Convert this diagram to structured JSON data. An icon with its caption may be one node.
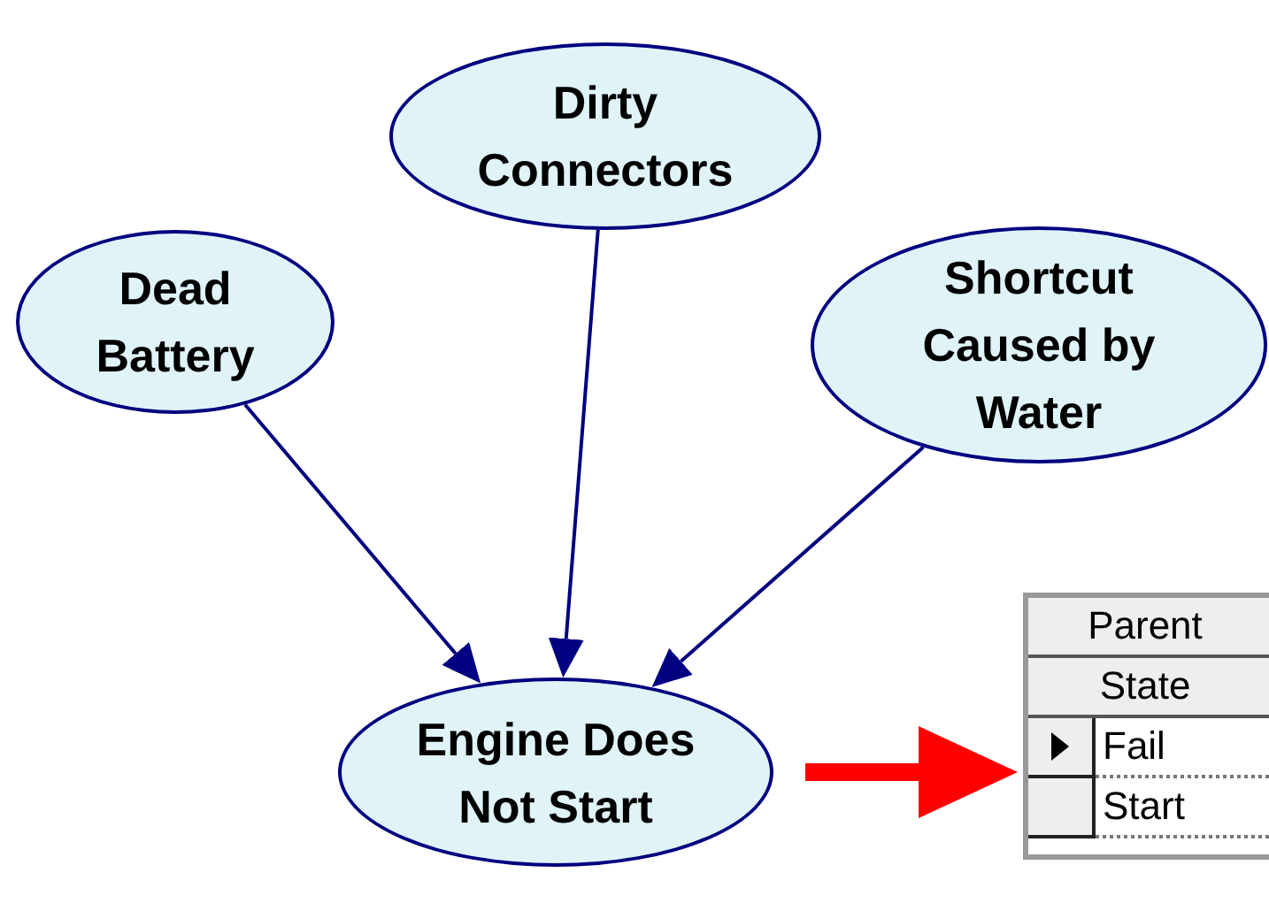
{
  "diagram": {
    "nodes": [
      {
        "text": [
          "Dead Battery"
        ]
      },
      {
        "text": [
          "Dirty Connectors"
        ]
      },
      {
        "text": [
          "Shortcut Caused by Water"
        ]
      },
      {
        "text": [
          "Engine Does Not Start"
        ]
      },
      {
        "text": [
          "Parent",
          "State",
          "Fail",
          "Start"
        ]
      }
    ],
    "edges": [
      {
        "from": 0,
        "to": 3,
        "arrow": "to"
      },
      {
        "from": 1,
        "to": 3,
        "arrow": "to"
      },
      {
        "from": 2,
        "to": 3,
        "arrow": "to"
      },
      {
        "from": 3,
        "to": 4,
        "arrow": "to",
        "style": "thick",
        "color": "#ff0000"
      }
    ]
  }
}
